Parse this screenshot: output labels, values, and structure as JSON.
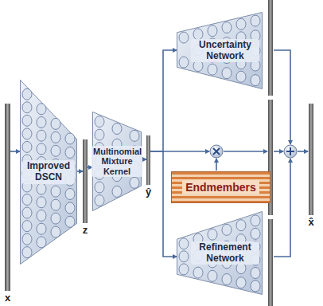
{
  "diagram": {
    "nodes": [
      {
        "text": [
          "x"
        ]
      },
      {
        "text": [
          "Improved DSCN"
        ]
      },
      {
        "text": [
          "z"
        ]
      },
      {
        "text": [
          "Multinomial Mixture Kernel"
        ]
      },
      {
        "text": [
          "ŷ"
        ]
      },
      {
        "text": [
          "Uncertainty Network"
        ]
      },
      {
        "text": [
          "Endmembers"
        ]
      },
      {
        "text": [
          "Refinement Network"
        ]
      },
      {
        "text": [
          "x̂"
        ]
      }
    ],
    "edges": [
      {
        "from": 0,
        "to": 1,
        "arrow": "to"
      },
      {
        "from": 1,
        "to": 2,
        "arrow": "to"
      },
      {
        "from": 2,
        "to": 3,
        "arrow": "to"
      },
      {
        "from": 3,
        "to": 4,
        "arrow": "to"
      },
      {
        "from": 4,
        "to": 5,
        "arrow": "to"
      },
      {
        "from": 4,
        "to": 7,
        "arrow": "to"
      }
    ]
  }
}
